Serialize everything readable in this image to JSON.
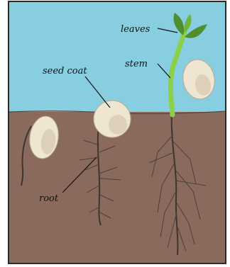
{
  "labels": {
    "leaves": "leaves",
    "stem": "stem",
    "seed_coat": "seed coat",
    "root": "root"
  },
  "colors": {
    "sky": "#87cfe0",
    "soil": "#8a6a5c",
    "seed": "#efe6d2",
    "seed_shadow": "#c9b99f",
    "stem": "#8ccf4a",
    "leaf": "#4f8f2e",
    "root": "#3d3530",
    "border": "#2b2b2b"
  }
}
